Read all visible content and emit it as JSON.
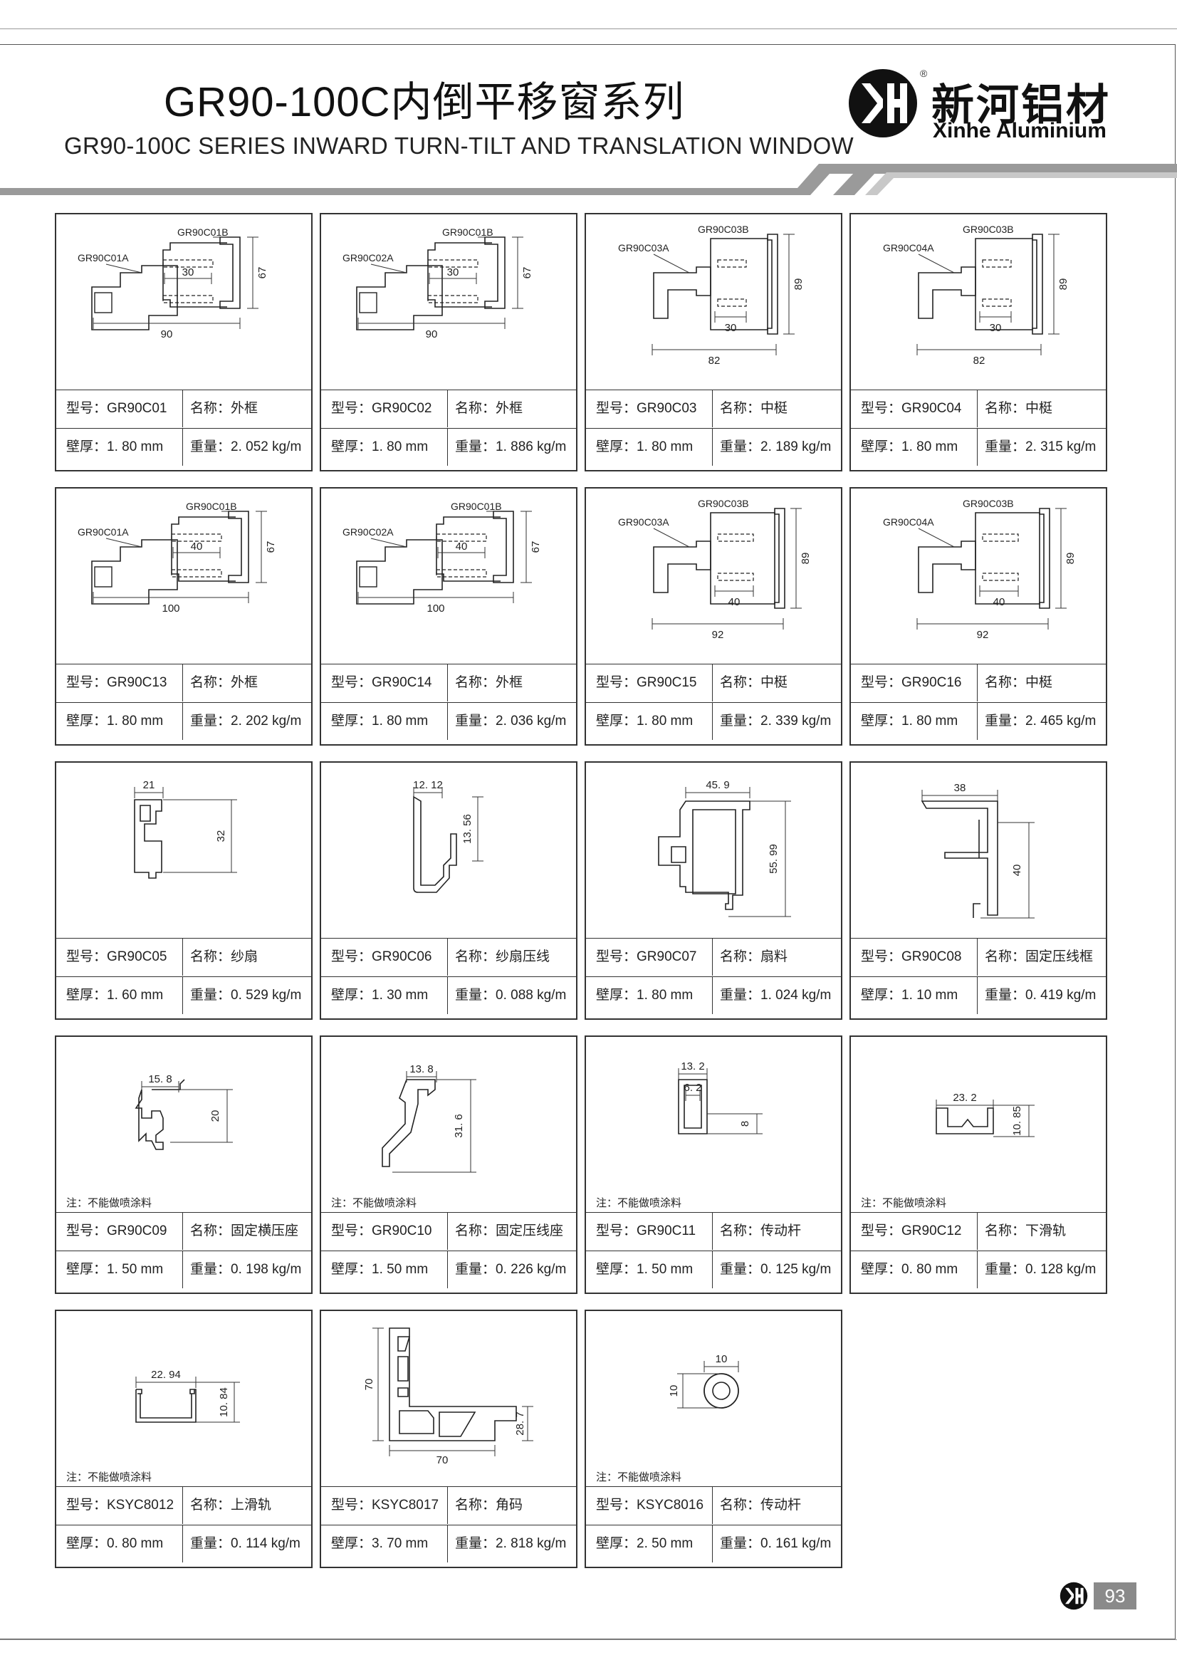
{
  "header": {
    "title_cn": "GR90-100C内倒平移窗系列",
    "title_en": "GR90-100C SERIES INWARD TURN-TILT AND TRANSLATION WINDOW"
  },
  "brand": {
    "name_cn": "新河铝材",
    "name_en": "Xinhe Aluminium",
    "reg": "®",
    "logo_icon": "xh-monogram-icon"
  },
  "labels": {
    "model": "型号：",
    "name": "名称：",
    "thickness": "壁厚：",
    "weight": "重量：",
    "note": "注：不能做喷涂料"
  },
  "profiles": [
    {
      "model": "GR90C01",
      "name": "外框",
      "thickness": "1. 80 mm",
      "weight": "2. 052 kg/m",
      "note": false,
      "dims": [
        "90",
        "67",
        "30"
      ],
      "parts": [
        "GR90C01B",
        "GR90C01A"
      ]
    },
    {
      "model": "GR90C02",
      "name": "外框",
      "thickness": "1. 80 mm",
      "weight": "1. 886 kg/m",
      "note": false,
      "dims": [
        "90",
        "67",
        "30"
      ],
      "parts": [
        "GR90C01B",
        "GR90C02A"
      ]
    },
    {
      "model": "GR90C03",
      "name": "中梃",
      "thickness": "1. 80 mm",
      "weight": "2. 189 kg/m",
      "note": false,
      "dims": [
        "82",
        "89",
        "30"
      ],
      "parts": [
        "GR90C03B",
        "GR90C03A"
      ]
    },
    {
      "model": "GR90C04",
      "name": "中梃",
      "thickness": "1. 80 mm",
      "weight": "2. 315 kg/m",
      "note": false,
      "dims": [
        "82",
        "89",
        "30"
      ],
      "parts": [
        "GR90C03B",
        "GR90C04A"
      ]
    },
    {
      "model": "GR90C13",
      "name": "外框",
      "thickness": "1. 80 mm",
      "weight": "2. 202 kg/m",
      "note": false,
      "dims": [
        "100",
        "67",
        "40"
      ],
      "parts": [
        "GR90C01B",
        "GR90C01A"
      ]
    },
    {
      "model": "GR90C14",
      "name": "外框",
      "thickness": "1. 80 mm",
      "weight": "2. 036 kg/m",
      "note": false,
      "dims": [
        "100",
        "67",
        "40"
      ],
      "parts": [
        "GR90C01B",
        "GR90C02A"
      ]
    },
    {
      "model": "GR90C15",
      "name": "中梃",
      "thickness": "1. 80 mm",
      "weight": "2. 339 kg/m",
      "note": false,
      "dims": [
        "92",
        "89",
        "40"
      ],
      "parts": [
        "GR90C03B",
        "GR90C03A"
      ]
    },
    {
      "model": "GR90C16",
      "name": "中梃",
      "thickness": "1. 80 mm",
      "weight": "2. 465 kg/m",
      "note": false,
      "dims": [
        "92",
        "89",
        "40"
      ],
      "parts": [
        "GR90C03B",
        "GR90C04A"
      ]
    },
    {
      "model": "GR90C05",
      "name": "纱扇",
      "thickness": "1. 60 mm",
      "weight": "0. 529 kg/m",
      "note": false,
      "dims": [
        "21",
        "32"
      ]
    },
    {
      "model": "GR90C06",
      "name": "纱扇压线",
      "thickness": "1. 30 mm",
      "weight": "0. 088 kg/m",
      "note": false,
      "dims": [
        "12. 12",
        "13. 56"
      ]
    },
    {
      "model": "GR90C07",
      "name": "扇料",
      "thickness": "1. 80 mm",
      "weight": "1. 024 kg/m",
      "note": false,
      "dims": [
        "45. 9",
        "55. 99"
      ]
    },
    {
      "model": "GR90C08",
      "name": "固定压线框",
      "thickness": "1. 10 mm",
      "weight": "0. 419 kg/m",
      "note": false,
      "dims": [
        "38",
        "40"
      ]
    },
    {
      "model": "GR90C09",
      "name": "固定横压座",
      "thickness": "1. 50 mm",
      "weight": "0. 198 kg/m",
      "note": true,
      "dims": [
        "15. 8",
        "20"
      ]
    },
    {
      "model": "GR90C10",
      "name": "固定压线座",
      "thickness": "1. 50 mm",
      "weight": "0. 226 kg/m",
      "note": true,
      "dims": [
        "13. 8",
        "31. 6"
      ]
    },
    {
      "model": "GR90C11",
      "name": "传动杆",
      "thickness": "1. 50 mm",
      "weight": "0. 125 kg/m",
      "note": true,
      "dims": [
        "13. 2",
        "6. 2",
        "8"
      ]
    },
    {
      "model": "GR90C12",
      "name": "下滑轨",
      "thickness": "0. 80 mm",
      "weight": "0. 128 kg/m",
      "note": true,
      "dims": [
        "23. 2",
        "10. 85"
      ]
    },
    {
      "model": "KSYC8012",
      "name": "上滑轨",
      "thickness": "0. 80 mm",
      "weight": "0. 114 kg/m",
      "note": true,
      "dims": [
        "22. 94",
        "10. 84"
      ]
    },
    {
      "model": "KSYC8017",
      "name": "角码",
      "thickness": "3. 70 mm",
      "weight": "2. 818 kg/m",
      "note": false,
      "dims": [
        "70",
        "70",
        "28. 7"
      ]
    },
    {
      "model": "KSYC8016",
      "name": "传动杆",
      "thickness": "2. 50 mm",
      "weight": "0. 161 kg/m",
      "note": true,
      "dims": [
        "10",
        "10"
      ]
    }
  ],
  "page": {
    "number": "93"
  }
}
